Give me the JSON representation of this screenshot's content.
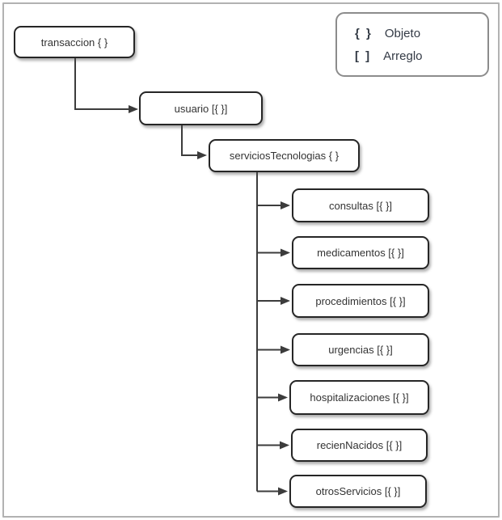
{
  "diagram": {
    "type": "tree",
    "nodes": [
      {
        "id": "transaccion",
        "label": "transaccion { }",
        "kind": "objeto",
        "parent": null
      },
      {
        "id": "usuario",
        "label": "usuario [{ }]",
        "kind": "arreglo",
        "parent": "transaccion"
      },
      {
        "id": "serviciosTecnologias",
        "label": "serviciosTecnologias { }",
        "kind": "objeto",
        "parent": "usuario"
      },
      {
        "id": "consultas",
        "label": "consultas [{ }]",
        "kind": "arreglo",
        "parent": "serviciosTecnologias"
      },
      {
        "id": "medicamentos",
        "label": "medicamentos [{ }]",
        "kind": "arreglo",
        "parent": "serviciosTecnologias"
      },
      {
        "id": "procedimientos",
        "label": "procedimientos [{ }]",
        "kind": "arreglo",
        "parent": "serviciosTecnologias"
      },
      {
        "id": "urgencias",
        "label": "urgencias [{ }]",
        "kind": "arreglo",
        "parent": "serviciosTecnologias"
      },
      {
        "id": "hospitalizaciones",
        "label": "hospitalizaciones [{ }]",
        "kind": "arreglo",
        "parent": "serviciosTecnologias"
      },
      {
        "id": "recienNacidos",
        "label": "recienNacidos [{ }]",
        "kind": "arreglo",
        "parent": "serviciosTecnologias"
      },
      {
        "id": "otrosServicios",
        "label": "otrosServicios [{ }]",
        "kind": "arreglo",
        "parent": "serviciosTecnologias"
      }
    ],
    "legend": {
      "items": [
        {
          "symbol": "{ }",
          "label": "Objeto"
        },
        {
          "symbol": "[ ]",
          "label": "Arreglo"
        }
      ]
    },
    "colors": {
      "node_border": "#262626",
      "node_fill": "#ffffff",
      "connector": "#3c3c3c",
      "text": "#333333",
      "legend_border": "#8c8c8c",
      "frame_border": "#b2b2b2",
      "background": "#ffffff"
    }
  }
}
